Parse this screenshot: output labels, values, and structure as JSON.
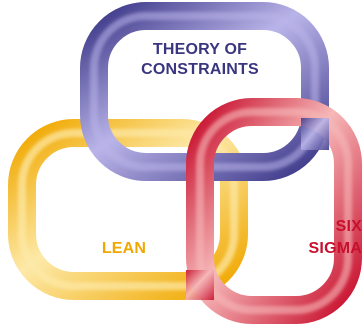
{
  "rings": {
    "theory_of_constraints": {
      "line1": "THEORY OF",
      "line2": "CONSTRAINTS",
      "color": "#3f3a8a",
      "highlight": "#b9b4e8"
    },
    "lean": {
      "label": "LEAN",
      "color": "#f0a800",
      "highlight": "#fde9a8"
    },
    "six_sigma": {
      "line1": "SIX",
      "line2": "SIGMA",
      "color": "#c8102e",
      "highlight": "#f6b8b8"
    }
  },
  "text_colors": {
    "toc": "#3a357f",
    "lean": "#f0a800",
    "six_sigma": "#c8102e"
  }
}
